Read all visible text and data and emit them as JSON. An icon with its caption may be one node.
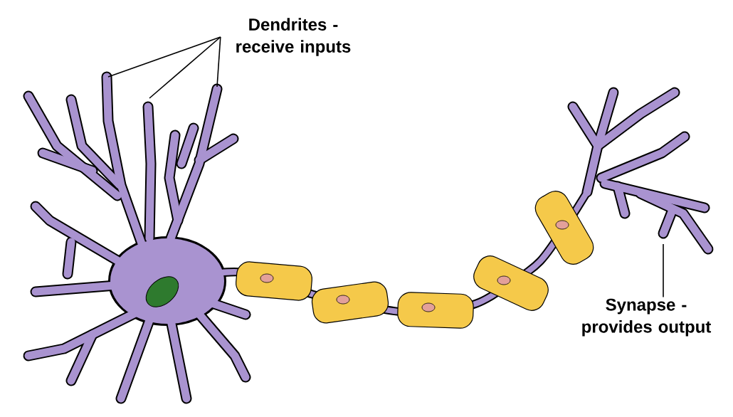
{
  "diagram": {
    "nodes": [
      {
        "text": [
          "Dendrites - receive inputs"
        ]
      },
      {
        "text": [
          "Synapse - provides output"
        ]
      }
    ],
    "edges": [
      {
        "from": 0,
        "to": null,
        "arrow": "none"
      },
      {
        "from": 0,
        "to": null,
        "arrow": "none"
      },
      {
        "from": 0,
        "to": null,
        "arrow": "none"
      },
      {
        "from": 1,
        "to": null,
        "arrow": "none"
      }
    ]
  }
}
